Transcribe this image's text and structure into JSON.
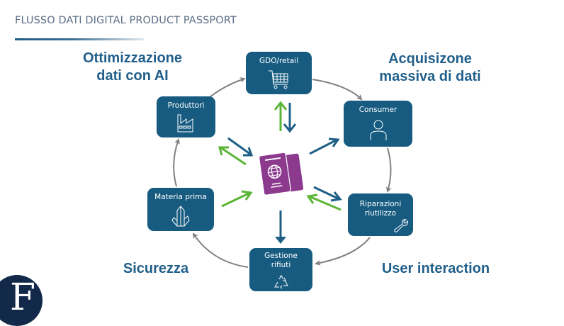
{
  "slide": {
    "title": "FLUSSO DATI DIGITAL PRODUCT PASSPORT",
    "colors": {
      "node_fill": "#175c80",
      "label_text": "#215f8a",
      "outbound_arrow": "#1f5f86",
      "inbound_arrow": "#5bb536",
      "ring_arrow": "#808080",
      "passport": "#8c3a8e",
      "logo": "#13294a"
    }
  },
  "corner_labels": {
    "top_left": [
      "Ottimizzazione",
      "dati con AI"
    ],
    "top_right": [
      "Acquisizone",
      "massiva di dati"
    ],
    "bottom_left": "Sicurezza",
    "bottom_right": "User interaction"
  },
  "nodes": [
    {
      "id": "gdo",
      "label": [
        "GDO/retail"
      ],
      "icon": "shopping-cart-icon"
    },
    {
      "id": "consumer",
      "label": [
        "Consumer"
      ],
      "icon": "user-icon"
    },
    {
      "id": "riparazioni",
      "label": [
        "Riparazioni",
        "riutilizzo"
      ],
      "icon": "wrench-icon"
    },
    {
      "id": "gestione",
      "label": [
        "Gestione",
        "rifiuti"
      ],
      "icon": "recycle-icon"
    },
    {
      "id": "materia",
      "label": [
        "Materia prima"
      ],
      "icon": "crystal-icon"
    },
    {
      "id": "produttori",
      "label": [
        "Produttori"
      ],
      "icon": "factory-icon"
    }
  ],
  "center": {
    "icon": "passport-icon"
  },
  "ring_flow": [
    "Materia prima",
    "Produttori",
    "GDO/retail",
    "Consumer",
    "Riparazioni riutilizzo",
    "Gestione rifiuti",
    "Materia prima"
  ],
  "logo": {
    "letter": "F"
  }
}
